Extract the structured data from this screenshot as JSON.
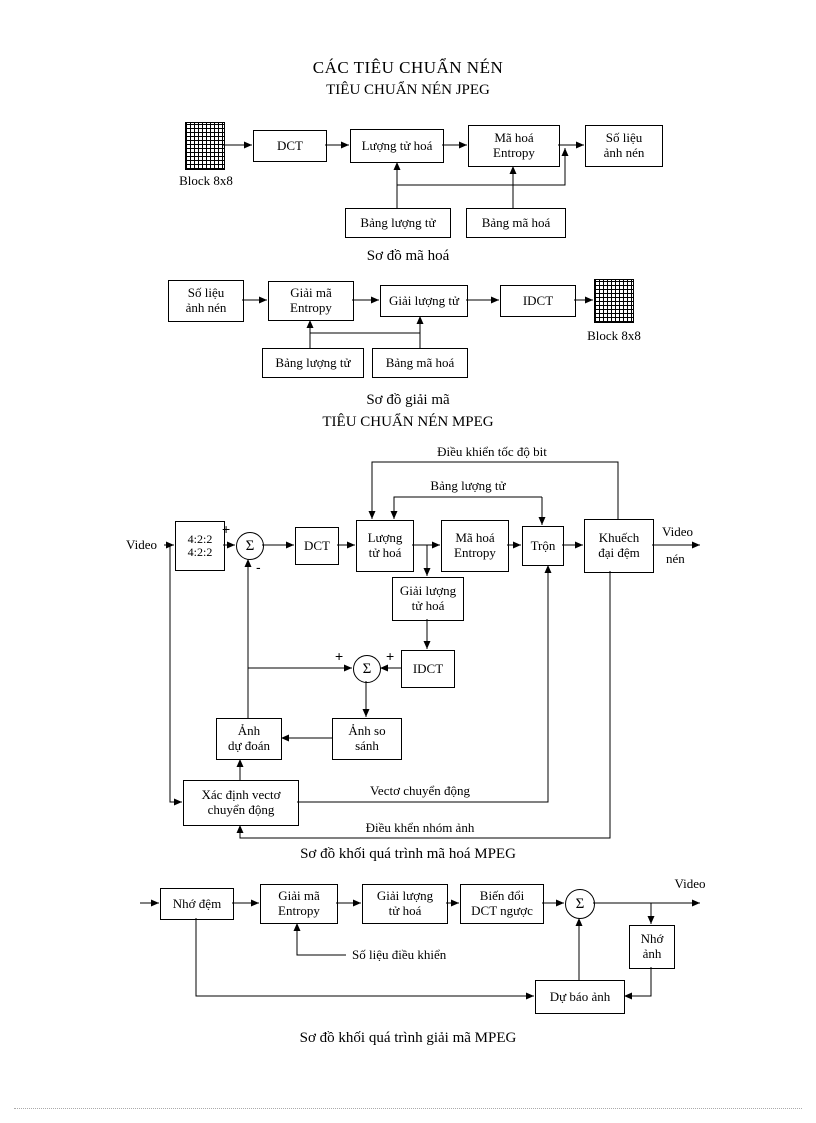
{
  "page": {
    "title": "CÁC TIÊU CHUẨN NÉN",
    "jpeg_title": "TIÊU CHUẨN NÉN JPEG",
    "mpeg_title": "TIÊU CHUẨN NÉN MPEG"
  },
  "jpeg_encoder": {
    "caption": "Sơ đồ mã hoá",
    "block_label": "Block 8x8",
    "dct": "DCT",
    "quant": "Lượng tử hoá",
    "entropy1": "Mã hoá",
    "entropy2": "Entropy",
    "out1": "Số liệu",
    "out2": "ảnh nén",
    "quant_table": "Bảng lượng tử",
    "code_table": "Bảng mã hoá"
  },
  "jpeg_decoder": {
    "caption": "Sơ đồ giải mã",
    "block_label": "Block 8x8",
    "in1": "Số liệu",
    "in2": "ảnh nén",
    "entropy1": "Giải mã",
    "entropy2": "Entropy",
    "dequant": "Giải lượng tử",
    "idct": "IDCT",
    "quant_table": "Bảng lượng tử",
    "code_table": "Bảng mã hoá"
  },
  "mpeg_encoder": {
    "caption": "Sơ đồ khối quá trình mã hoá MPEG",
    "video_in": "Video",
    "video_out1": "Video",
    "video_out2": "nén",
    "rate_control": "Điều khiển tốc độ bit",
    "quant_table": "Bảng lượng tử",
    "motion_vectors": "Vectơ chuyển động",
    "gop_control": "Điều khển nhóm ảnh",
    "sampling1": "4:2:2",
    "sampling2": "4:2:2",
    "dct": "DCT",
    "quant1": "Lượng",
    "quant2": "tử hoá",
    "entropy1": "Mã hoá",
    "entropy2": "Entropy",
    "mux": "Trộn",
    "buffer1": "Khuếch",
    "buffer2": "đại đệm",
    "dequant1": "Giải lượng",
    "dequant2": "tử hoá",
    "idct": "IDCT",
    "predicted1": "Ảnh",
    "predicted2": "dự đoán",
    "compare1": "Ảnh so",
    "compare2": "sánh",
    "motion1": "Xác định vectơ",
    "motion2": "chuyển động",
    "sigma": "Σ",
    "plus": "+",
    "minus": "-"
  },
  "mpeg_decoder": {
    "caption": "Sơ đồ khối quá trình giải mã MPEG",
    "video_out": "Video",
    "control_data": "Số liệu điều khiển",
    "buffer": "Nhớ đệm",
    "entropy1": "Giải mã",
    "entropy2": "Entropy",
    "dequant1": "Giải lượng",
    "dequant2": "tử hoá",
    "inv_dct1": "Biến đổi",
    "inv_dct2": "DCT ngược",
    "frame_mem1": "Nhớ",
    "frame_mem2": "ảnh",
    "predictor": "Dự báo ảnh",
    "sigma": "Σ"
  }
}
